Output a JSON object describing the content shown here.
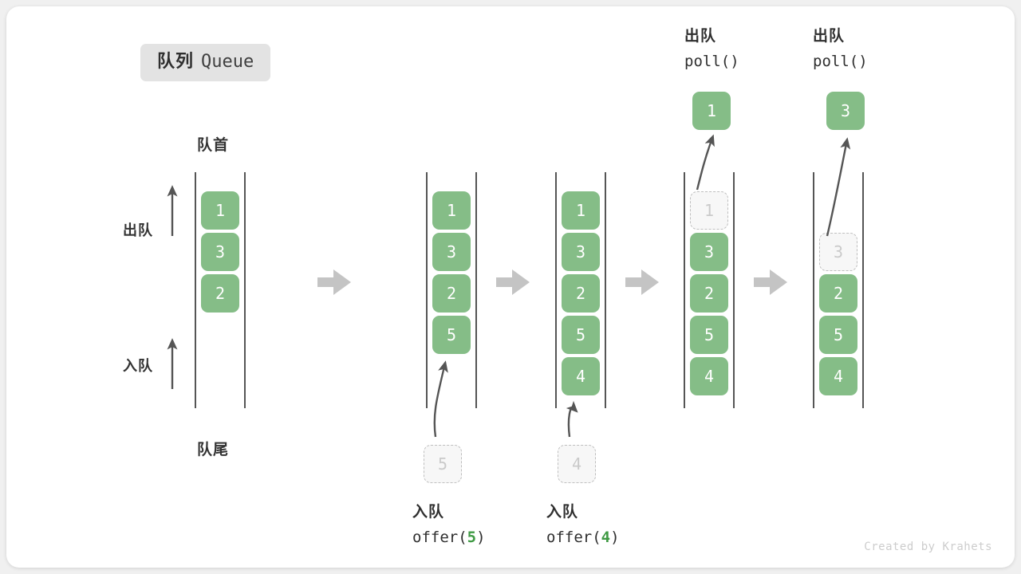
{
  "title": {
    "cn": "队列",
    "en": "Queue"
  },
  "labels": {
    "head": "队首",
    "tail": "队尾",
    "dequeue_side": "出队",
    "enqueue_side": "入队"
  },
  "colors": {
    "item_fill": "#85bd87",
    "item_text": "#ffffff",
    "ghost_fill": "#f7f7f7",
    "ghost_border": "#bfbfbf",
    "ghost_text": "#cacaca",
    "rail": "#555555",
    "arrow_gray": "#c4c4c4",
    "arrow_dark": "#555555",
    "badge_bg": "#e3e3e3",
    "code_accent": "#3f9a44",
    "card_bg": "#ffffff",
    "page_bg": "#f0f0f0"
  },
  "columns": [
    {
      "id": "initial",
      "items": [
        "1",
        "3",
        "2"
      ],
      "ghost_index": null,
      "caption_cn": null,
      "caption_code": null,
      "float_label": null,
      "output_label": null
    },
    {
      "id": "after-offer-5",
      "items": [
        "1",
        "3",
        "2",
        "5"
      ],
      "ghost_index": null,
      "caption_cn": "入队",
      "caption_code": "offer(5)",
      "caption_code_prefix": "offer(",
      "caption_code_num": "5",
      "caption_code_suffix": ")",
      "float_label": "5",
      "output_label": null
    },
    {
      "id": "after-offer-4",
      "items": [
        "1",
        "3",
        "2",
        "5",
        "4"
      ],
      "ghost_index": null,
      "caption_cn": "入队",
      "caption_code": "offer(4)",
      "caption_code_prefix": "offer(",
      "caption_code_num": "4",
      "caption_code_suffix": ")",
      "float_label": "4",
      "output_label": null
    },
    {
      "id": "after-poll-1",
      "items": [
        "1",
        "3",
        "2",
        "5",
        "4"
      ],
      "ghost_index": 0,
      "caption_cn": "出队",
      "caption_code": "poll()",
      "float_label": null,
      "output_label": "1"
    },
    {
      "id": "after-poll-3",
      "items": [
        "3",
        "2",
        "5",
        "4"
      ],
      "ghost_index": 0,
      "caption_cn": "出队",
      "caption_code": "poll()",
      "float_label": null,
      "output_label": "3"
    }
  ],
  "credit": "Created by Krahets"
}
